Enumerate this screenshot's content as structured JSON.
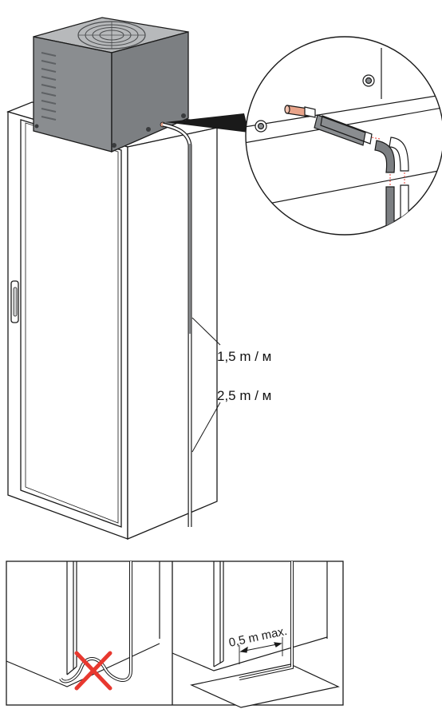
{
  "labels": {
    "hose_length_1": "1,5 m / м",
    "hose_length_2": "2,5 m / м",
    "max_distance": "0,5 m max."
  },
  "colors": {
    "unit_body": "#8a8d90",
    "unit_top": "#b7b9bb",
    "unit_dark": "#5e6164",
    "cross": "#e8382f",
    "plug": "#e9a48a",
    "outline": "#1a1a1a"
  }
}
